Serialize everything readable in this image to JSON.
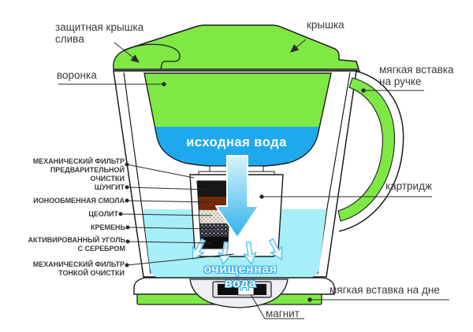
{
  "labels": {
    "drain_cover": "защитная крышка слива",
    "lid": "крышка",
    "funnel": "воронка",
    "handle_insert": "мягкая вставка на ручке",
    "source_water": "исходная вода",
    "pre_filter": "МЕХАНИЧЕСКИЙ ФИЛЬТР ПРЕДВАРИТЕЛЬНОЙ ОЧИСТКИ",
    "shungite": "ШУНГИТ",
    "ion_resin": "ИОНООБМЕННАЯ СМОЛА",
    "zeolite": "ЦЕОЛИТ",
    "flint": "КРЕМЕНЬ",
    "carbon_silver": "АКТИВИРОВАННЫЙ УГОЛЬ С СЕРЕБРОМ",
    "fine_filter": "МЕХАНИЧЕСКИЙ ФИЛЬТР ТОНКОЙ ОЧИСТКИ",
    "cartridge": "картридж",
    "purified_water": "очищенная вода",
    "bottom_insert": "мягкая вставка на дне",
    "magnet": "магнит"
  },
  "colors": {
    "body_green": "#7FE845",
    "water_blue": "#1FA9EC",
    "purified_cyan": "#A6EFF9",
    "outline_dark": "#1C1C1C",
    "label_color": "#3A3A3A",
    "arrow_gradient_top": "#D8F3FB",
    "arrow_gradient_bottom": "#2FB3ED",
    "splash_arrow_stroke": "#54C6EF",
    "shungite_layer": "#171717",
    "resin_layer": "#7A2B0A",
    "zeolite_layer": "#EFE9E0",
    "flint_layer": "#272732",
    "carbon_layer": "#0E0E0E"
  }
}
